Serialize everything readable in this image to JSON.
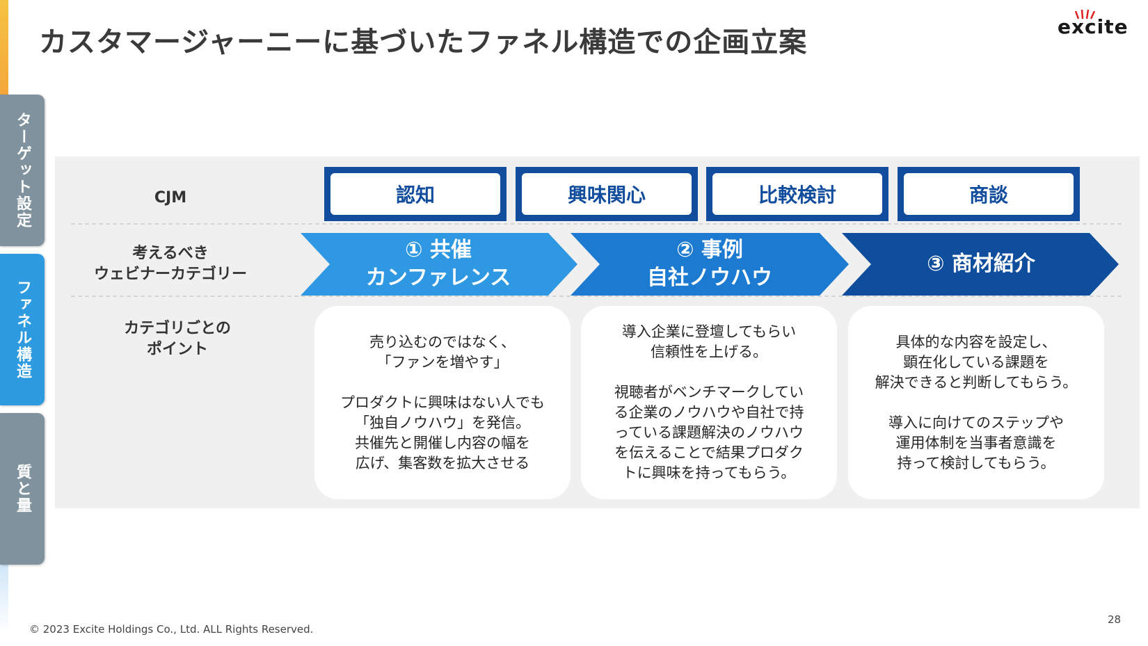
{
  "slide": {
    "title": "カスタマージャーニーに基づいたファネル構造での企画立案",
    "logo_text": "excite",
    "page_number": "28",
    "copyright": "© 2023 Excite Holdings Co., Ltd. ALL Rights Reserved."
  },
  "side_tabs": [
    {
      "label": "ターゲット設定",
      "active": false
    },
    {
      "label": "ファネル構造",
      "active": true
    },
    {
      "label": "質と量",
      "active": false
    }
  ],
  "row_labels": {
    "cjm": "CJM",
    "category": [
      "考えるべき",
      "ウェビナーカテゴリー"
    ],
    "points": [
      "カテゴリごとの",
      "ポイント"
    ]
  },
  "cjm_stages": [
    "認知",
    "興味関心",
    "比較検討",
    "商談"
  ],
  "categories": [
    {
      "lines": [
        "① 共催",
        "カンファレンス"
      ],
      "color": "#2f98e3"
    },
    {
      "lines": [
        "② 事例",
        "自社ノウハウ"
      ],
      "color": "#1c7ad1"
    },
    {
      "lines": [
        "③ 商材紹介"
      ],
      "color": "#0f4e9d"
    }
  ],
  "points": [
    {
      "paragraphs": [
        [
          "売り込むのではなく、",
          "「ファンを増やす」"
        ],
        [
          "プロダクトに興味はない人でも",
          "「独自ノウハウ」を発信。",
          "共催先と開催し内容の幅を",
          "広げ、集客数を拡大させる"
        ]
      ]
    },
    {
      "paragraphs": [
        [
          "導入企業に登壇してもらい",
          "信頼性を上げる。"
        ],
        [
          "視聴者がベンチマークしてい",
          "る企業のノウハウや自社で持",
          "っている課題解決のノウハウ",
          "を伝えることで結果プロダク",
          "トに興味を持ってもらう。"
        ]
      ]
    },
    {
      "paragraphs": [
        [
          "具体的な内容を設定し、",
          "顕在化している課題を",
          "解決できると判断してもらう。"
        ],
        [
          "導入に向けてのステップや",
          "運用体制を当事者意識を",
          "持って検討してもらう。"
        ]
      ]
    }
  ],
  "colors": {
    "brand_navy": "#114d9c",
    "active_tab": "#2e9ae0",
    "inactive_tab": "#7f929d",
    "panel_bg": "#f0f0f0"
  }
}
